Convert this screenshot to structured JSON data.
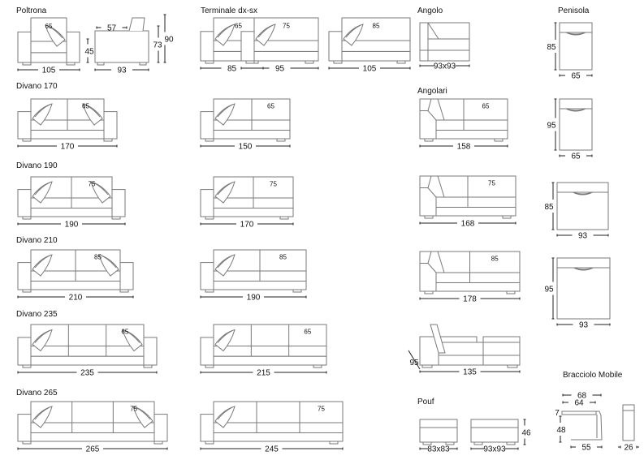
{
  "titles": {
    "poltrona": "Poltrona",
    "terminale": "Terminale dx-sx",
    "angolo": "Angolo",
    "penisola": "Penisola",
    "divano170": "Divano 170",
    "angolari": "Angolari",
    "divano190": "Divano 190",
    "divano210": "Divano 210",
    "divano235": "Divano 235",
    "divano265": "Divano 265",
    "pouf": "Pouf",
    "bracciolo": "Bracciolo Mobile"
  },
  "poltrona": {
    "seat": "65",
    "width": "105",
    "depth": "93",
    "depth_inner": "57",
    "seat_height": "45",
    "back_height": "73",
    "total_height": "90"
  },
  "terminale": [
    {
      "seat": "65",
      "width": "85"
    },
    {
      "seat": "75",
      "width": "95"
    },
    {
      "seat": "85",
      "width": "105"
    }
  ],
  "angolo": {
    "size": "93x93"
  },
  "divani": [
    {
      "seat": "65",
      "width": "170",
      "terminale_width": "150"
    },
    {
      "seat": "75",
      "width": "190",
      "terminale_width": "170"
    },
    {
      "seat": "85",
      "width": "210",
      "terminale_width": "190"
    },
    {
      "seat": "65",
      "width": "235",
      "terminale_width": "215"
    },
    {
      "seat": "75",
      "width": "265",
      "terminale_width": "245"
    }
  ],
  "angolari": [
    {
      "seat": "65",
      "width": "158"
    },
    {
      "seat": "75",
      "width": "168"
    },
    {
      "seat": "85",
      "width": "178"
    },
    {
      "width": "135",
      "depth": "95"
    }
  ],
  "penisola": [
    {
      "depth": "85",
      "width": "65"
    },
    {
      "depth": "95",
      "width": "65"
    },
    {
      "depth": "85",
      "width": "93"
    },
    {
      "depth": "95",
      "width": "93"
    }
  ],
  "pouf": {
    "small": "83x83",
    "large": "93x93",
    "height": "46"
  },
  "bracciolo": {
    "total_width": "68",
    "top_width": "64",
    "top_thickness": "7",
    "height": "48",
    "base_width": "55",
    "side_width": "26"
  }
}
